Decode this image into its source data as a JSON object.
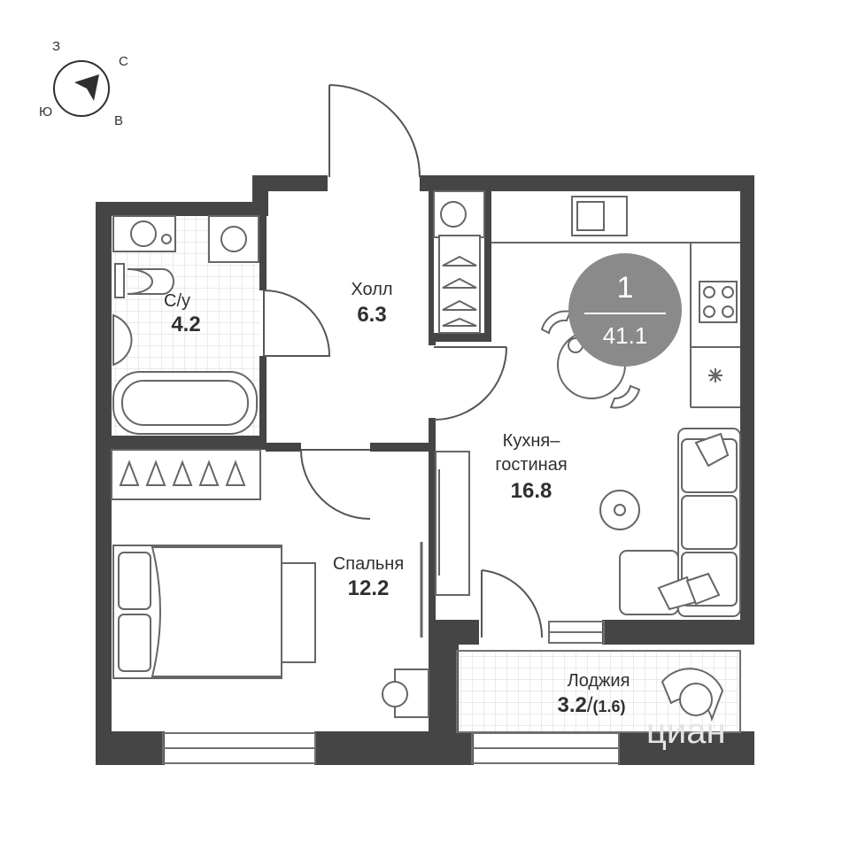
{
  "compass": {
    "north": "С",
    "south": "Ю",
    "east": "В",
    "west": "З",
    "icon": "compass-arrow-icon"
  },
  "badge": {
    "rooms": "1",
    "total_area": "41.1",
    "color": "#8a8a8a"
  },
  "rooms": {
    "bathroom": {
      "name": "С/у",
      "area": "4.2"
    },
    "hall": {
      "name": "Холл",
      "area": "6.3"
    },
    "kitchen": {
      "name_line1": "Кухня–",
      "name_line2": "гостиная",
      "area": "16.8"
    },
    "bedroom": {
      "name": "Спальня",
      "area": "12.2"
    },
    "loggia": {
      "name": "Лоджия",
      "area": "3.2",
      "area_reduced": "(1.6)"
    }
  },
  "watermark": {
    "text": "циан"
  },
  "colors": {
    "wall": "#454545",
    "line": "#6f6f6f",
    "tile_line": "#d7d7d7"
  }
}
